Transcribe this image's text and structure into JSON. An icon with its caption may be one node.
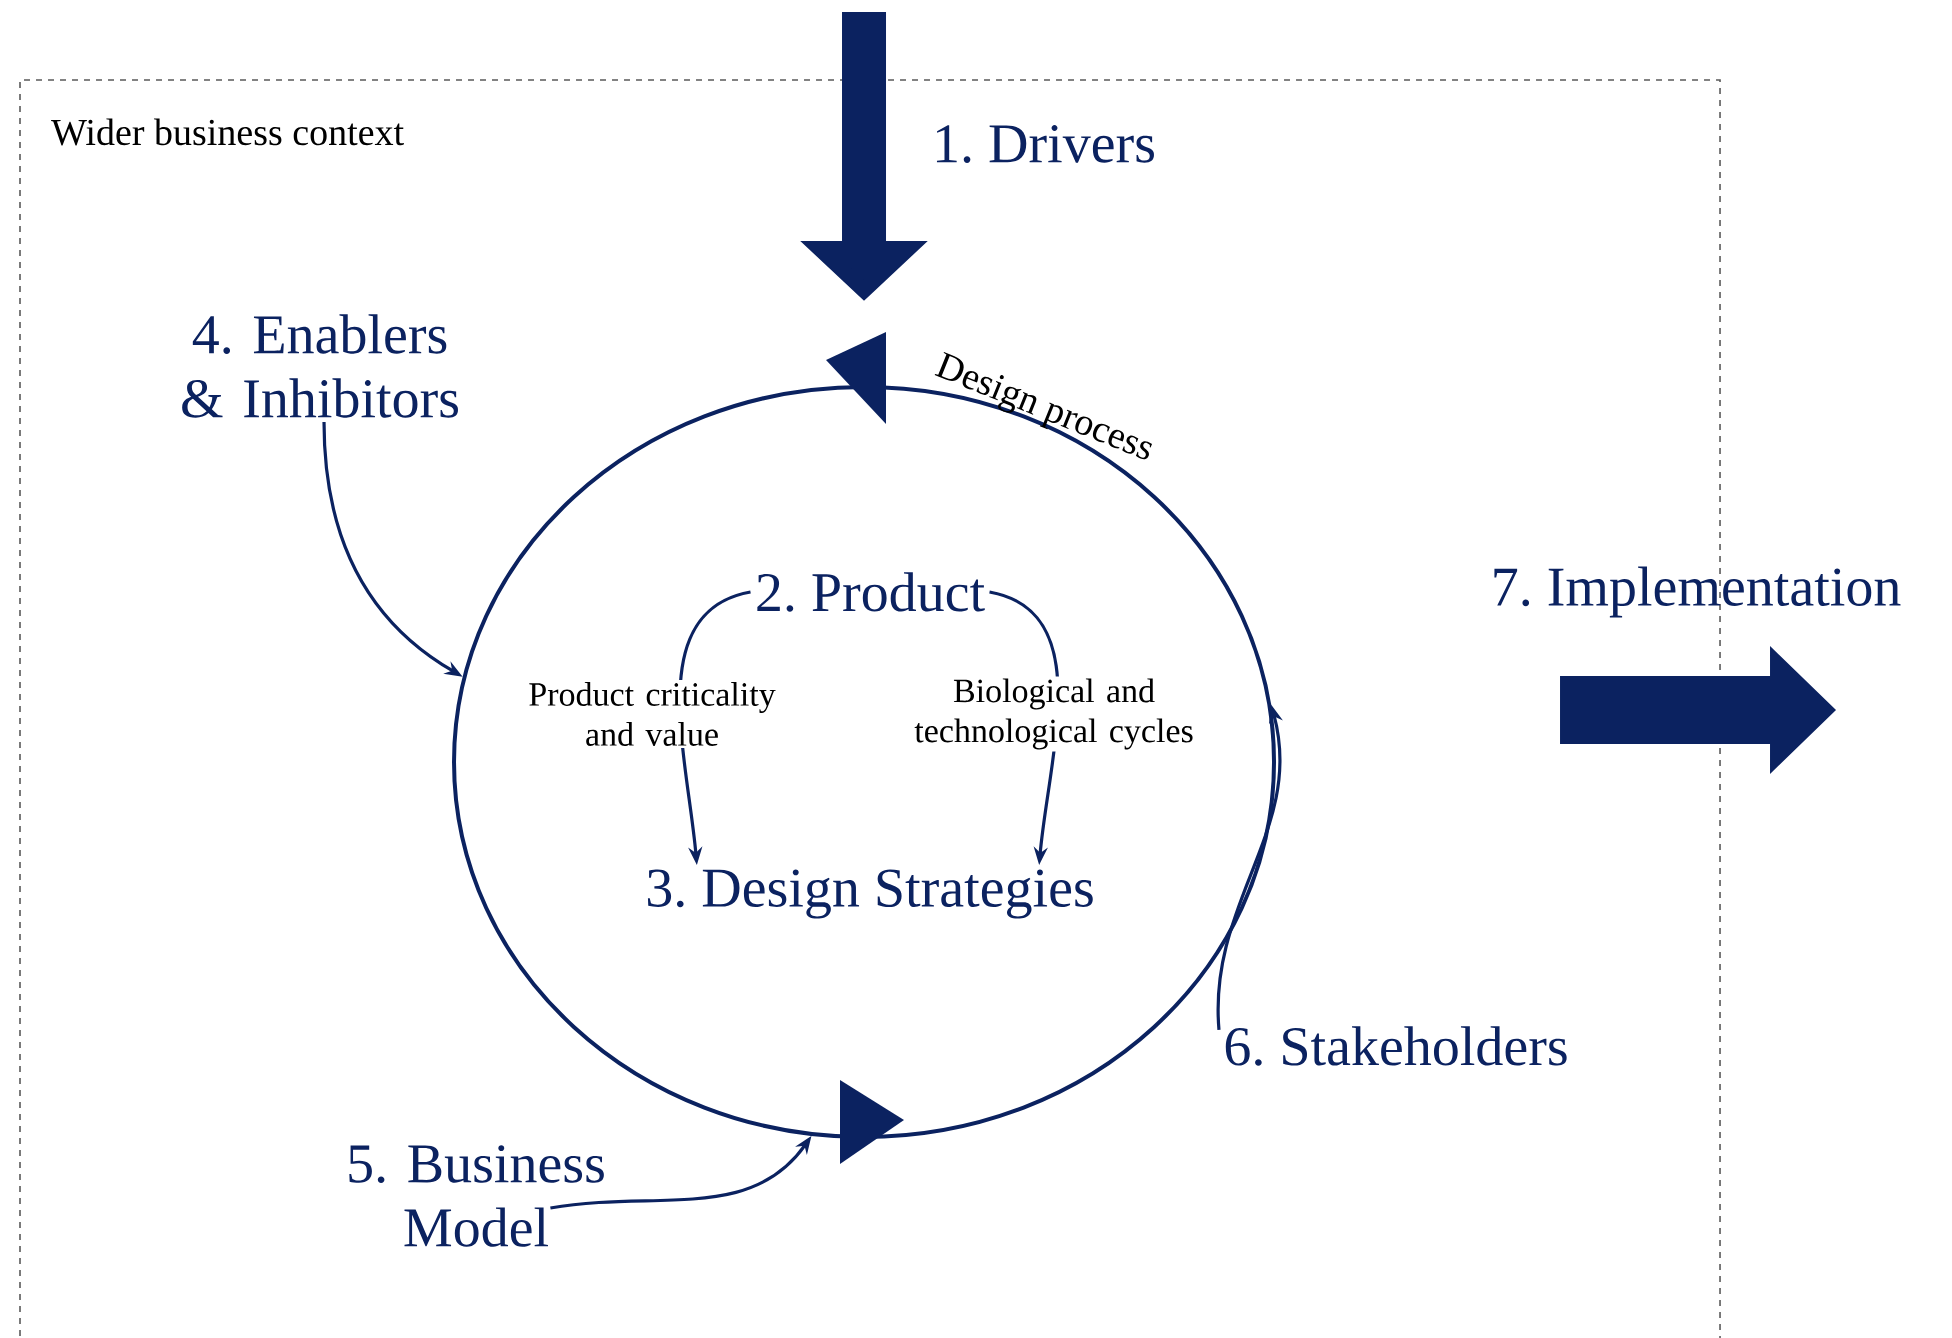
{
  "diagram": {
    "nodes": [
      {
        "text": [
          "Wider business context"
        ]
      },
      {
        "text": [
          "Design process"
        ],
        "in": 0
      },
      {
        "text": [
          "1. Drivers"
        ],
        "in": 0
      },
      {
        "text": [
          "2. Product"
        ],
        "in": 1
      },
      {
        "text": [
          "3. Design Strategies"
        ],
        "in": 1
      },
      {
        "text": [
          "4. Enablers & Inhibitors"
        ],
        "in": 0
      },
      {
        "text": [
          "5. Business Model"
        ],
        "in": 0
      },
      {
        "text": [
          "6. Stakeholders"
        ],
        "in": 0
      },
      {
        "text": [
          "7. Implementation"
        ]
      }
    ],
    "edges": [
      {
        "from": null,
        "to": 1,
        "arrow": "to",
        "style": "thick"
      },
      {
        "from": 3,
        "to": 4,
        "arrow": "to",
        "label": "Product criticality and value"
      },
      {
        "from": 3,
        "to": 4,
        "arrow": "to",
        "label": "Biological and technological cycles"
      },
      {
        "from": 5,
        "to": 1,
        "arrow": "to"
      },
      {
        "from": 6,
        "to": 1,
        "arrow": "to"
      },
      {
        "from": 7,
        "to": 1,
        "arrow": "to"
      }
    ]
  }
}
